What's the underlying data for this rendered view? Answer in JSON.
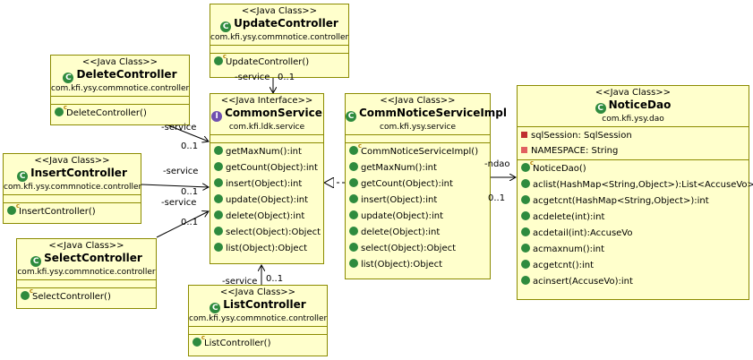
{
  "classes": {
    "update_controller": {
      "stereotype": "<<Java Class>>",
      "name": "UpdateController",
      "package": "com.kfi.ysy.commnotice.controller",
      "methods": [
        "UpdateController()"
      ]
    },
    "delete_controller": {
      "stereotype": "<<Java Class>>",
      "name": "DeleteController",
      "package": "com.kfi.ysy.commnotice.controller",
      "methods": [
        "DeleteController()"
      ]
    },
    "insert_controller": {
      "stereotype": "<<Java Class>>",
      "name": "InsertController",
      "package": "com.kfi.ysy.commnotice.controller",
      "methods": [
        "InsertController()"
      ]
    },
    "select_controller": {
      "stereotype": "<<Java Class>>",
      "name": "SelectController",
      "package": "com.kfi.ysy.commnotice.controller",
      "methods": [
        "SelectController()"
      ]
    },
    "list_controller": {
      "stereotype": "<<Java Class>>",
      "name": "ListController",
      "package": "com.kfi.ysy.commnotice.controller",
      "methods": [
        "ListController()"
      ]
    },
    "common_service": {
      "stereotype": "<<Java Interface>>",
      "name": "CommonService",
      "package": "com.kfi.ldk.service",
      "methods": [
        "getMaxNum():int",
        "getCount(Object):int",
        "insert(Object):int",
        "update(Object):int",
        "delete(Object):int",
        "select(Object):Object",
        "list(Object):Object"
      ]
    },
    "comm_notice_service_impl": {
      "stereotype": "<<Java Class>>",
      "name": "CommNoticeServiceImpl",
      "package": "com.kfi.ysy.service",
      "methods": [
        "CommNoticeServiceImpl()",
        "getMaxNum():int",
        "getCount(Object):int",
        "insert(Object):int",
        "update(Object):int",
        "delete(Object):int",
        "select(Object):Object",
        "list(Object):Object"
      ]
    },
    "notice_dao": {
      "stereotype": "<<Java Class>>",
      "name": "NoticeDao",
      "package": "com.kfi.ysy.dao",
      "fields": [
        "sqlSession: SqlSession",
        "NAMESPACE: String"
      ],
      "methods": [
        "NoticeDao()",
        "aclist(HashMap<String,Object>):List<AccuseVo>",
        "acgetcnt(HashMap<String,Object>):int",
        "acdelete(int):int",
        "acdetail(int):AccuseVo",
        "acmaxnum():int",
        "acgetcnt():int",
        "acinsert(AccuseVo):int"
      ]
    }
  },
  "associations": {
    "update": {
      "role": "-service",
      "mult": "0..1"
    },
    "delete": {
      "role": "-service",
      "mult": "0..1"
    },
    "insert": {
      "role": "-service",
      "mult": "0..1"
    },
    "select": {
      "role": "-service",
      "mult": "0..1"
    },
    "list": {
      "role": "-service",
      "mult": "0..1"
    },
    "dao": {
      "role": "-ndao",
      "mult": "0..1"
    }
  },
  "colors": {
    "box_fill": "#ffffcc",
    "box_border": "#8b8b00",
    "class_icon": "#2e8b3e",
    "interface_icon": "#7050b0"
  }
}
